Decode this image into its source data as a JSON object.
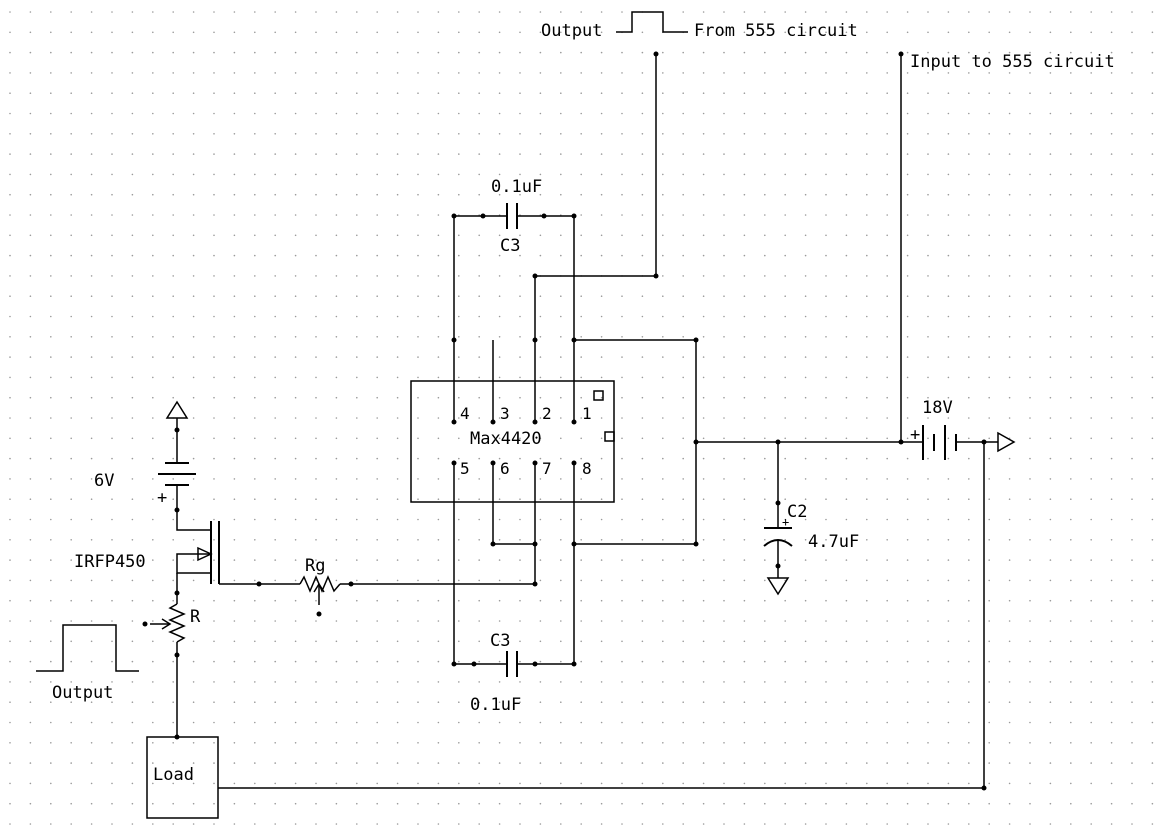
{
  "labels": {
    "output_top": "Output",
    "from_555": "From 555 circuit",
    "input_555": "Input to 555 circuit",
    "c3_top_value": "0.1uF",
    "c3_top_name": "C3",
    "c3_bottom_name": "C3",
    "c3_bottom_value": "0.1uF",
    "ic_name": "Max4420",
    "battery_18v": "18V",
    "battery_6v": "6V",
    "c2_name": "C2",
    "c2_value": "4.7uF",
    "mosfet": "IRFP450",
    "rg": "Rg",
    "r": "R",
    "output_bottom": "Output",
    "load": "Load",
    "plus_6v": "+",
    "plus_18v": "+",
    "plus_c2": "+"
  },
  "ic_pins": [
    "1",
    "2",
    "3",
    "4",
    "5",
    "6",
    "7",
    "8"
  ]
}
